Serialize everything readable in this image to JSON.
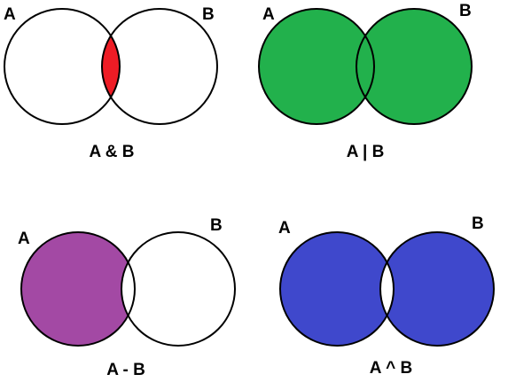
{
  "diagrams": [
    {
      "id": "intersection",
      "caption": "A & B",
      "label_a": "A",
      "label_b": "B",
      "fill": "#ee1c25",
      "region": "intersection"
    },
    {
      "id": "union",
      "caption": "A | B",
      "label_a": "A",
      "label_b": "B",
      "fill": "#22b14c",
      "region": "union"
    },
    {
      "id": "difference",
      "caption": "A - B",
      "label_a": "A",
      "label_b": "B",
      "fill": "#a349a4",
      "region": "a-only"
    },
    {
      "id": "symmetric-difference",
      "caption": "A ^ B",
      "label_a": "A",
      "label_b": "B",
      "fill": "#3f48cc",
      "region": "symmetric-difference"
    }
  ]
}
